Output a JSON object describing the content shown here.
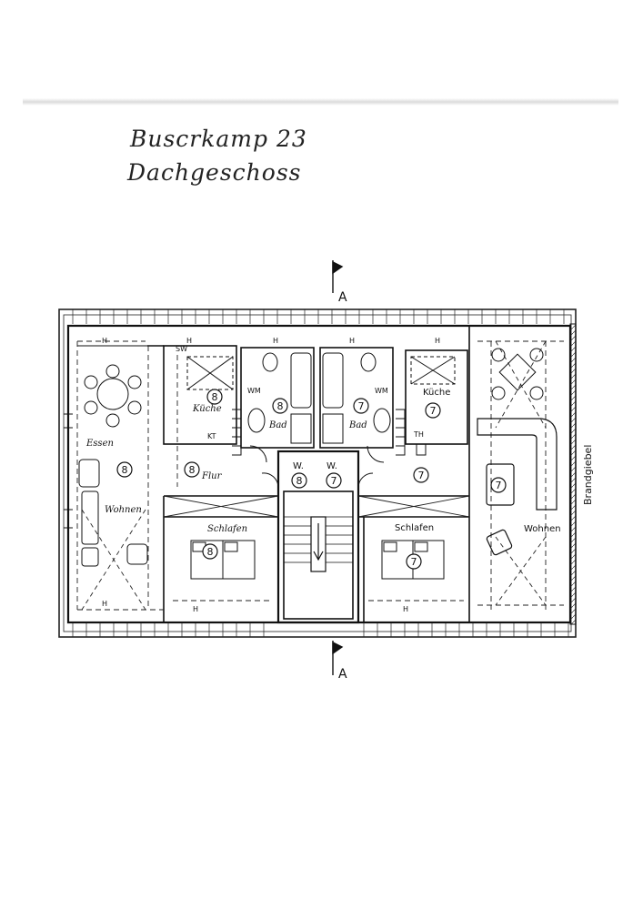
{
  "title": {
    "address": "Buscrkamp 23",
    "floor": "Dachgeschoss"
  },
  "section_marker": {
    "label": "A"
  },
  "units": {
    "left": "8",
    "right": "7"
  },
  "rooms": {
    "essen": "Essen",
    "wohnen_left": "Wohnen",
    "schlafen_left": "Schlafen",
    "kueche_left": "Küche",
    "flur": "Flur",
    "bad_left": "Bad",
    "bad_right": "Bad",
    "kueche_right": "Küche",
    "schlafen_right": "Schlafen",
    "wohnen_right": "Wohnen",
    "brandgiebel": "Brandgiebel"
  },
  "fixtures": {
    "sw": "SW",
    "wm": "WM",
    "kt": "KT",
    "th": "TH",
    "heater": "H",
    "stair_wall": "W."
  }
}
